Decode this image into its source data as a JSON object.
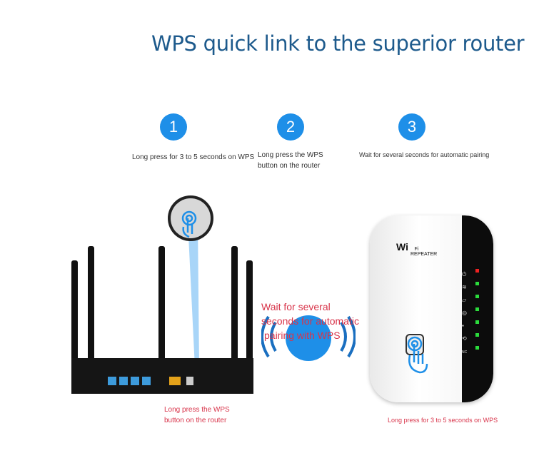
{
  "title": "WPS quick link to the superior router",
  "steps": [
    {
      "number": "1",
      "caption": "Long press for 3 to 5 seconds on WPS"
    },
    {
      "number": "2",
      "caption_line1": "Long press the WPS",
      "caption_line2": "button on the router"
    },
    {
      "number": "3",
      "caption": "Wait for several seconds for automatic pairing"
    }
  ],
  "center_text": {
    "line1": "Wait for several",
    "line2": "seconds for automatic",
    "line3": "pairing with WPS"
  },
  "router_caption": {
    "line1": "Long press the WPS",
    "line2": "button on the router"
  },
  "repeater_caption": "Long press for 3 to 5 seconds on WPS",
  "repeater": {
    "logo_wi": "Wi",
    "logo_fi": "Fi",
    "logo_sub": "REPEATER",
    "led_nc": "NC"
  },
  "colors": {
    "title": "#1d5a8c",
    "accent": "#1e8fe8",
    "caption_red": "#d8344a",
    "led_green": "#2bdc3c",
    "led_red": "#ee2222"
  }
}
